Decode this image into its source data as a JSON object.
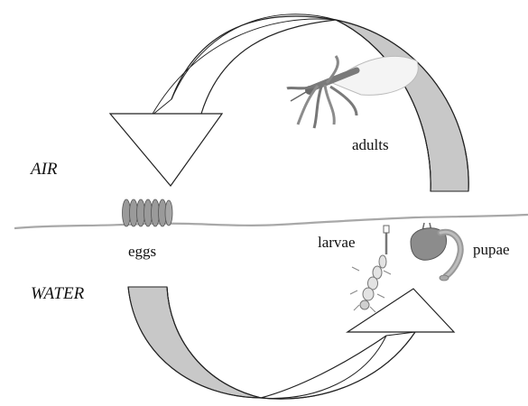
{
  "diagram": {
    "zones": {
      "top": "AIR",
      "bottom": "WATER"
    },
    "stages": {
      "eggs": "eggs",
      "larvae": "larvae",
      "pupae": "pupae",
      "adults": "adults"
    },
    "colors": {
      "arrow_fill": "#ffffff",
      "arrow_shade": "#c8c8c8",
      "outline": "#222222",
      "water_line": "#a8a8a8",
      "organism_gray": "#8c8c8c"
    }
  }
}
